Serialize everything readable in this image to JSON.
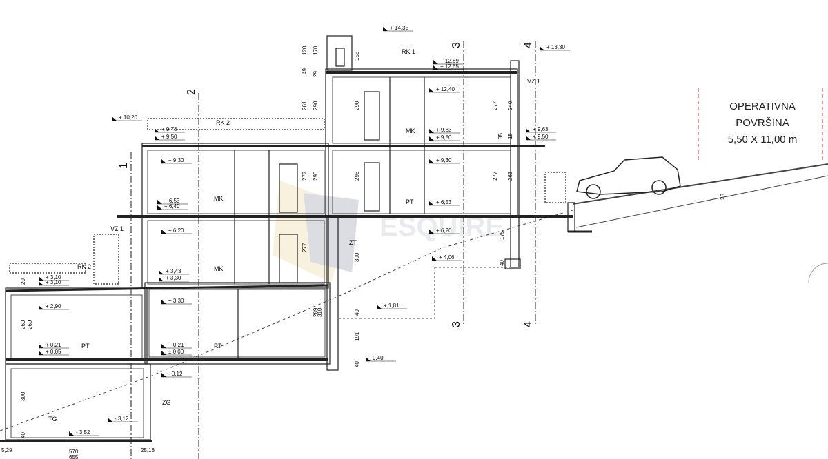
{
  "levels": [
    {
      "id": "lvl-14-35",
      "text": "+ 14,35"
    },
    {
      "id": "lvl-13-30",
      "text": "+ 13,30"
    },
    {
      "id": "lvl-12-89",
      "text": "+ 12,89"
    },
    {
      "id": "lvl-12-65",
      "text": "+ 12,65"
    },
    {
      "id": "lvl-12-40",
      "text": "+ 12,40"
    },
    {
      "id": "lvl-10-20",
      "text": "+ 10,20"
    },
    {
      "id": "lvl-9-78",
      "text": "+ 9,78"
    },
    {
      "id": "lvl-9-50",
      "text": "+ 9,50"
    },
    {
      "id": "lvl-9-30a",
      "text": "+ 9,30"
    },
    {
      "id": "lvl-9-83",
      "text": "+ 9,83"
    },
    {
      "id": "lvl-9-50b",
      "text": "+ 9,50"
    },
    {
      "id": "lvl-9-63",
      "text": "+ 9,63"
    },
    {
      "id": "lvl-9-50c",
      "text": "+ 9,50"
    },
    {
      "id": "lvl-9-30b",
      "text": "+ 9,30"
    },
    {
      "id": "lvl-6-53a",
      "text": "+ 6,53"
    },
    {
      "id": "lvl-6-40",
      "text": "+ 6,40"
    },
    {
      "id": "lvl-6-20a",
      "text": "+ 6,20"
    },
    {
      "id": "lvl-6-53b",
      "text": "+ 6,53"
    },
    {
      "id": "lvl-6-20b",
      "text": "+ 6,20"
    },
    {
      "id": "lvl-4-06",
      "text": "+ 4,06"
    },
    {
      "id": "lvl-3-43",
      "text": "+ 3,43"
    },
    {
      "id": "lvl-3-30a",
      "text": "+ 3,30"
    },
    {
      "id": "lvl-3-10a",
      "text": "+ 3,10"
    },
    {
      "id": "lvl-3-30b",
      "text": "+ 3,30"
    },
    {
      "id": "lvl-3-10b",
      "text": "+ 3,10"
    },
    {
      "id": "lvl-2-90",
      "text": "+ 2,90"
    },
    {
      "id": "lvl-1-81",
      "text": "+ 1,81"
    },
    {
      "id": "lvl-0-21a",
      "text": "+ 0,21"
    },
    {
      "id": "lvl-0-05",
      "text": "+ 0,05"
    },
    {
      "id": "lvl-0-21b",
      "text": "+ 0,21"
    },
    {
      "id": "lvl-0-00",
      "text": "± 0,00"
    },
    {
      "id": "lvl-0-40",
      "text": "0,40"
    },
    {
      "id": "lvl-m0-12",
      "text": "- 0,12"
    },
    {
      "id": "lvl-m3-12",
      "text": "- 3,12"
    },
    {
      "id": "lvl-m3-52",
      "text": "- 3,52"
    }
  ],
  "rooms": [
    {
      "id": "rk1",
      "text": "RK 1"
    },
    {
      "id": "rk2-top",
      "text": "RK 2"
    },
    {
      "id": "rk2-low",
      "text": "RK 2"
    },
    {
      "id": "vz1-top",
      "text": "VZ 1"
    },
    {
      "id": "vz1-mid",
      "text": "VZ 1"
    },
    {
      "id": "mk-top",
      "text": "MK"
    },
    {
      "id": "mk-mid",
      "text": "MK"
    },
    {
      "id": "mk-low",
      "text": "MK"
    },
    {
      "id": "pt-right",
      "text": "PT"
    },
    {
      "id": "pt-left",
      "text": "PT"
    },
    {
      "id": "pt-center",
      "text": "PT"
    },
    {
      "id": "zg",
      "text": "ZG"
    },
    {
      "id": "tg",
      "text": "TG"
    },
    {
      "id": "zt",
      "text": "ZT"
    }
  ],
  "section_markers": [
    {
      "id": "sec-1",
      "text": "1"
    },
    {
      "id": "sec-2",
      "text": "2"
    },
    {
      "id": "sec-3-top",
      "text": "3"
    },
    {
      "id": "sec-3-bottom",
      "text": "3"
    },
    {
      "id": "sec-4-top",
      "text": "4"
    },
    {
      "id": "sec-4-bottom",
      "text": "4"
    }
  ],
  "dimensions": [
    {
      "id": "d-120",
      "text": "120"
    },
    {
      "id": "d-170",
      "text": "170"
    },
    {
      "id": "d-155",
      "text": "155"
    },
    {
      "id": "d-49",
      "text": "49"
    },
    {
      "id": "d-29",
      "text": "29"
    },
    {
      "id": "d-261",
      "text": "261"
    },
    {
      "id": "d-290a",
      "text": "290"
    },
    {
      "id": "d-290b",
      "text": "290"
    },
    {
      "id": "d-277a",
      "text": "277"
    },
    {
      "id": "d-240",
      "text": "240"
    },
    {
      "id": "d-35",
      "text": "35"
    },
    {
      "id": "d-15",
      "text": "15"
    },
    {
      "id": "d-277b",
      "text": "277"
    },
    {
      "id": "d-290c",
      "text": "290"
    },
    {
      "id": "d-296",
      "text": "296"
    },
    {
      "id": "d-277c",
      "text": "277"
    },
    {
      "id": "d-263",
      "text": "263"
    },
    {
      "id": "d-277d",
      "text": "277"
    },
    {
      "id": "d-390",
      "text": "390"
    },
    {
      "id": "d-175",
      "text": "175"
    },
    {
      "id": "d-40a",
      "text": "40"
    },
    {
      "id": "d-289a",
      "text": "289"
    },
    {
      "id": "d-310",
      "text": "310"
    },
    {
      "id": "d-191",
      "text": "191"
    },
    {
      "id": "d-40b",
      "text": "40"
    },
    {
      "id": "d-40c",
      "text": "40"
    },
    {
      "id": "d-260",
      "text": "260"
    },
    {
      "id": "d-269",
      "text": "269"
    },
    {
      "id": "d-300",
      "text": "300"
    },
    {
      "id": "d-40d",
      "text": "40"
    },
    {
      "id": "d-28",
      "text": "28"
    },
    {
      "id": "d-20",
      "text": "20"
    },
    {
      "id": "d-570",
      "text": "570"
    },
    {
      "id": "d-655",
      "text": "655"
    },
    {
      "id": "d-529",
      "text": "5,29"
    },
    {
      "id": "d-2518",
      "text": "25,18"
    }
  ],
  "operative_area": {
    "line1": "OPERATIVNA",
    "line2": "POVRŠINA",
    "line3": "5,50 X 11,00 m"
  },
  "watermark": {
    "text": "ESQUIRE"
  }
}
